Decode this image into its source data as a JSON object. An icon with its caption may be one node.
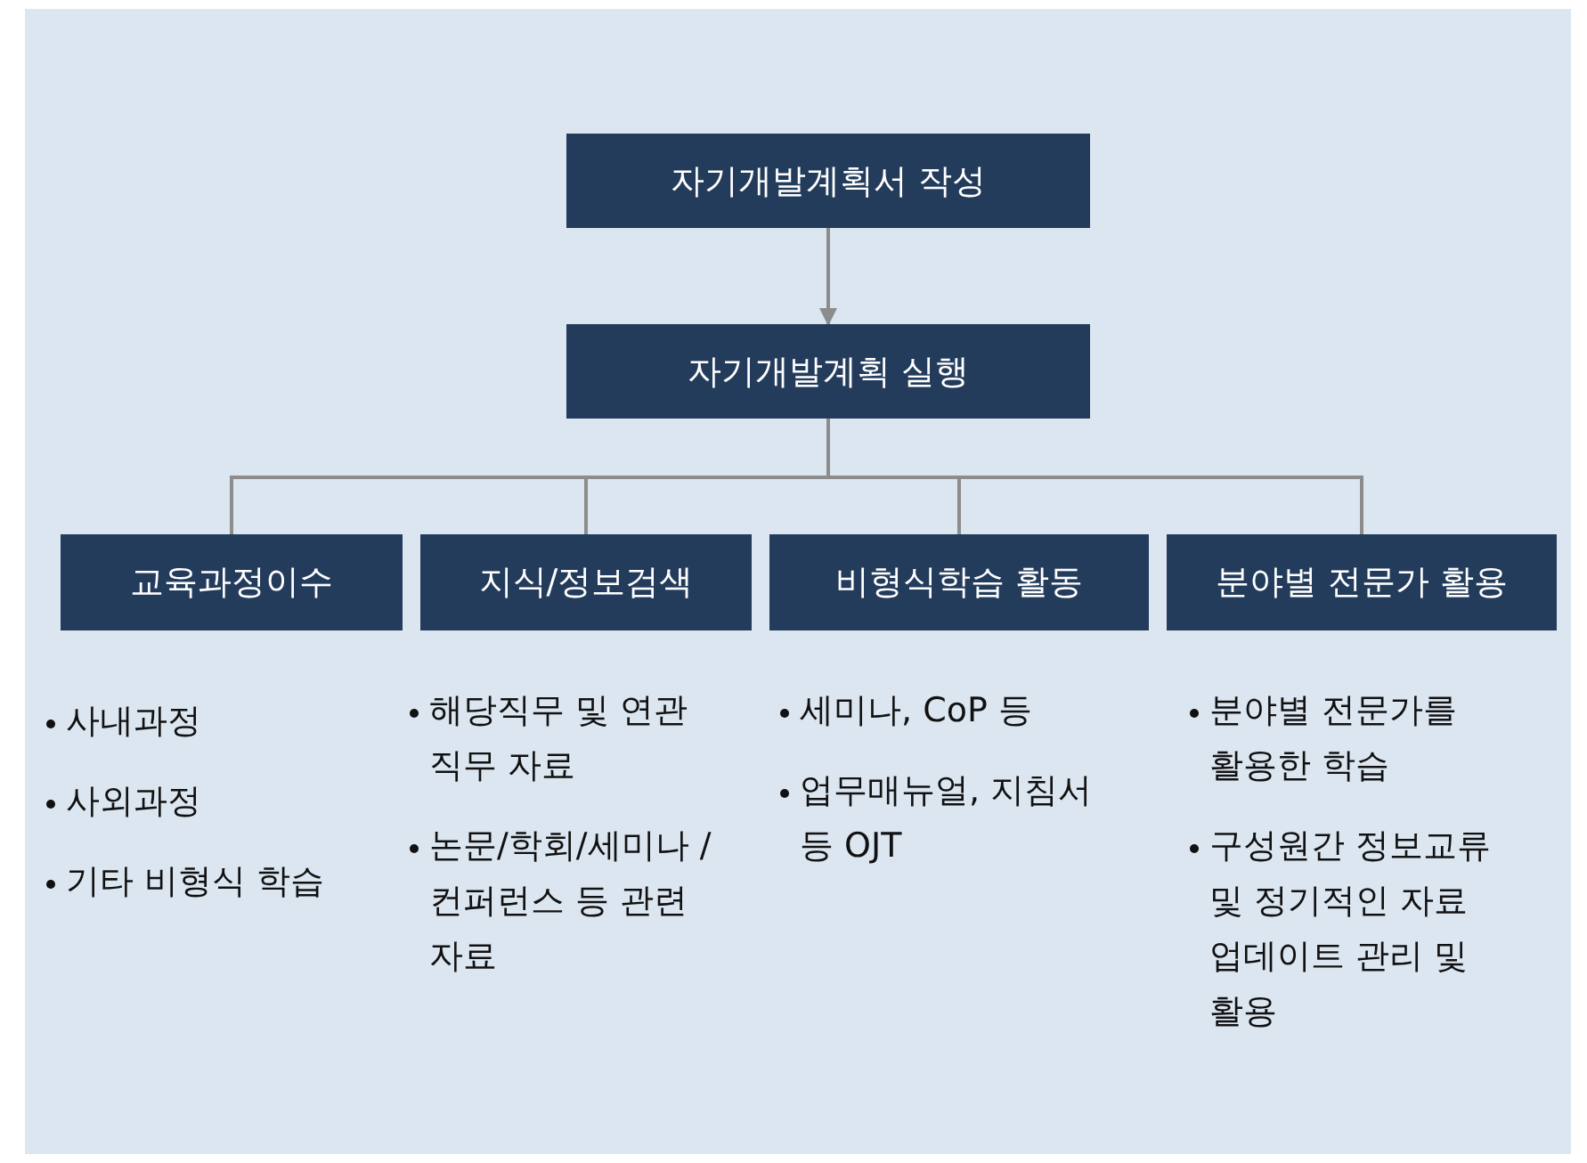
{
  "diagram": {
    "nodes": [
      {
        "text": [
          "자기개발계획서 작성"
        ]
      },
      {
        "text": [
          "자기개발계획 실행"
        ]
      },
      {
        "text": [
          "교육과정이수"
        ]
      },
      {
        "text": [
          "지식/정보검색"
        ]
      },
      {
        "text": [
          "비형식학습 활동"
        ]
      },
      {
        "text": [
          "분야별 전문가 활용"
        ]
      }
    ],
    "edges": [
      {
        "from": 0,
        "to": 1,
        "arrow": "to"
      },
      {
        "from": 1,
        "to": 2,
        "arrow": "none"
      },
      {
        "from": 1,
        "to": 3,
        "arrow": "none"
      },
      {
        "from": 1,
        "to": 4,
        "arrow": "none"
      },
      {
        "from": 1,
        "to": 5,
        "arrow": "none"
      }
    ],
    "labels": [
      "사내과정",
      "해당직무 및 연관 직무 자료",
      "세미나, CoP 등",
      "분야별 전문가를 활용한 학습",
      "사외과정",
      "논문/학회/세미나 /컨퍼런스 등 관련 자료",
      "업무매뉴얼, 지침서 등 OJT",
      "구성원간 정보교류 및 정기적인 자료 업데이트 관리 및 활용",
      "기타 비형식 학습"
    ]
  }
}
